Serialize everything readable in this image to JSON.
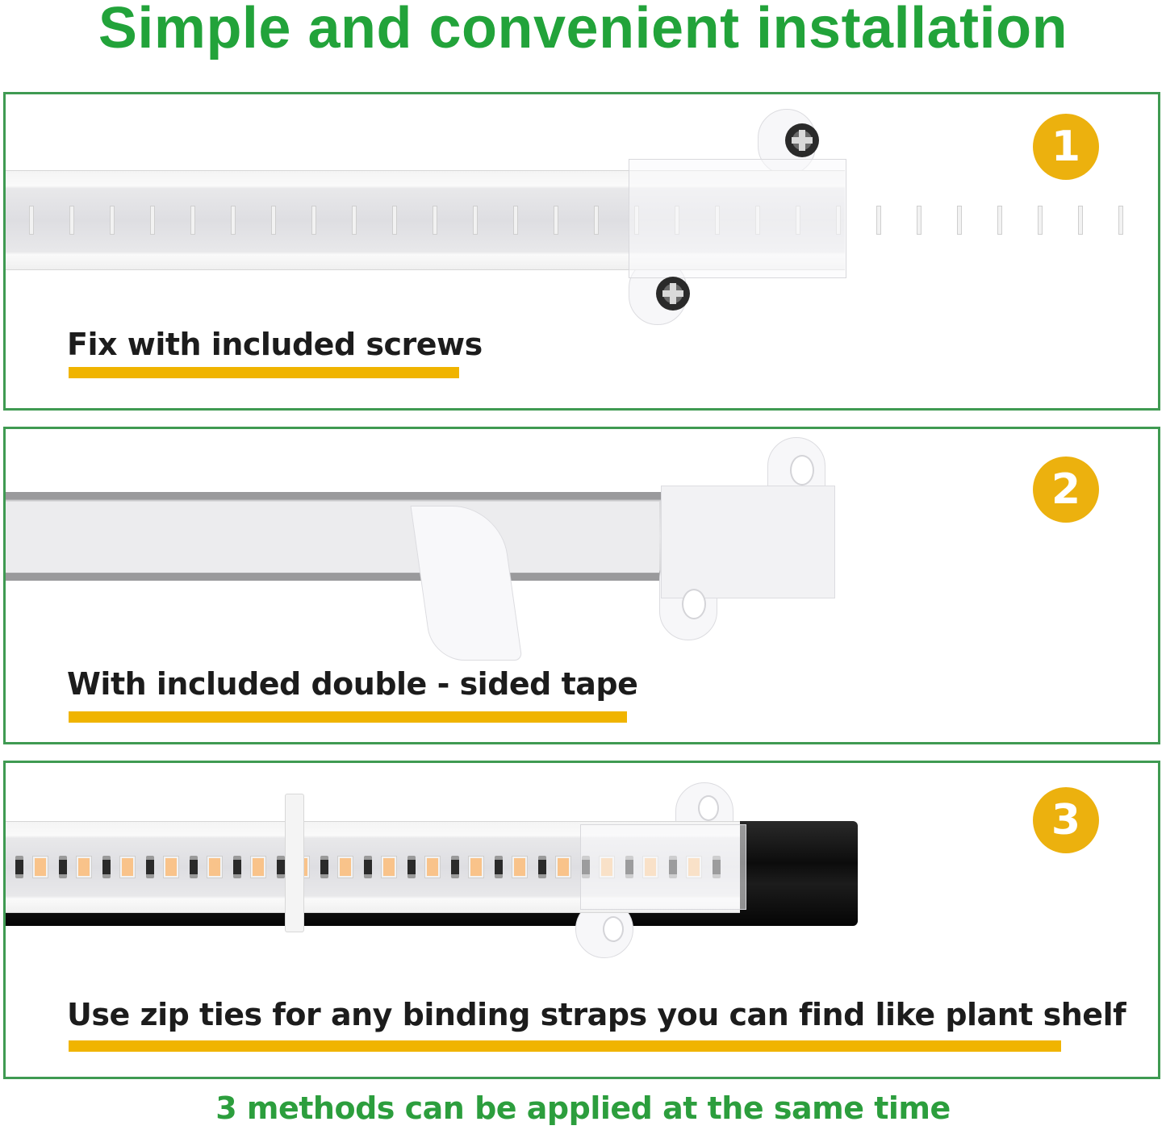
{
  "title": "Simple and convenient installation",
  "colors": {
    "title_green": "#22a33a",
    "border_green": "#3f9a52",
    "badge_yellow": "#ecb10e",
    "underline_yellow": "#f0b400",
    "caption_text": "#1c1c1c",
    "footer_green": "#2c9e3d"
  },
  "methods": [
    {
      "number": "1",
      "caption": "Fix with included screws",
      "illustration": "led-strip-with-screw-mounting-clip"
    },
    {
      "number": "2",
      "caption": "With included double - sided tape",
      "illustration": "aluminum-channel-with-peeling-tape"
    },
    {
      "number": "3",
      "caption": "Use zip ties for any binding straps you can find like plant shelf",
      "illustration": "led-strip-zip-tied-to-black-pipe"
    }
  ],
  "footer": "3 methods can be applied at the same time"
}
